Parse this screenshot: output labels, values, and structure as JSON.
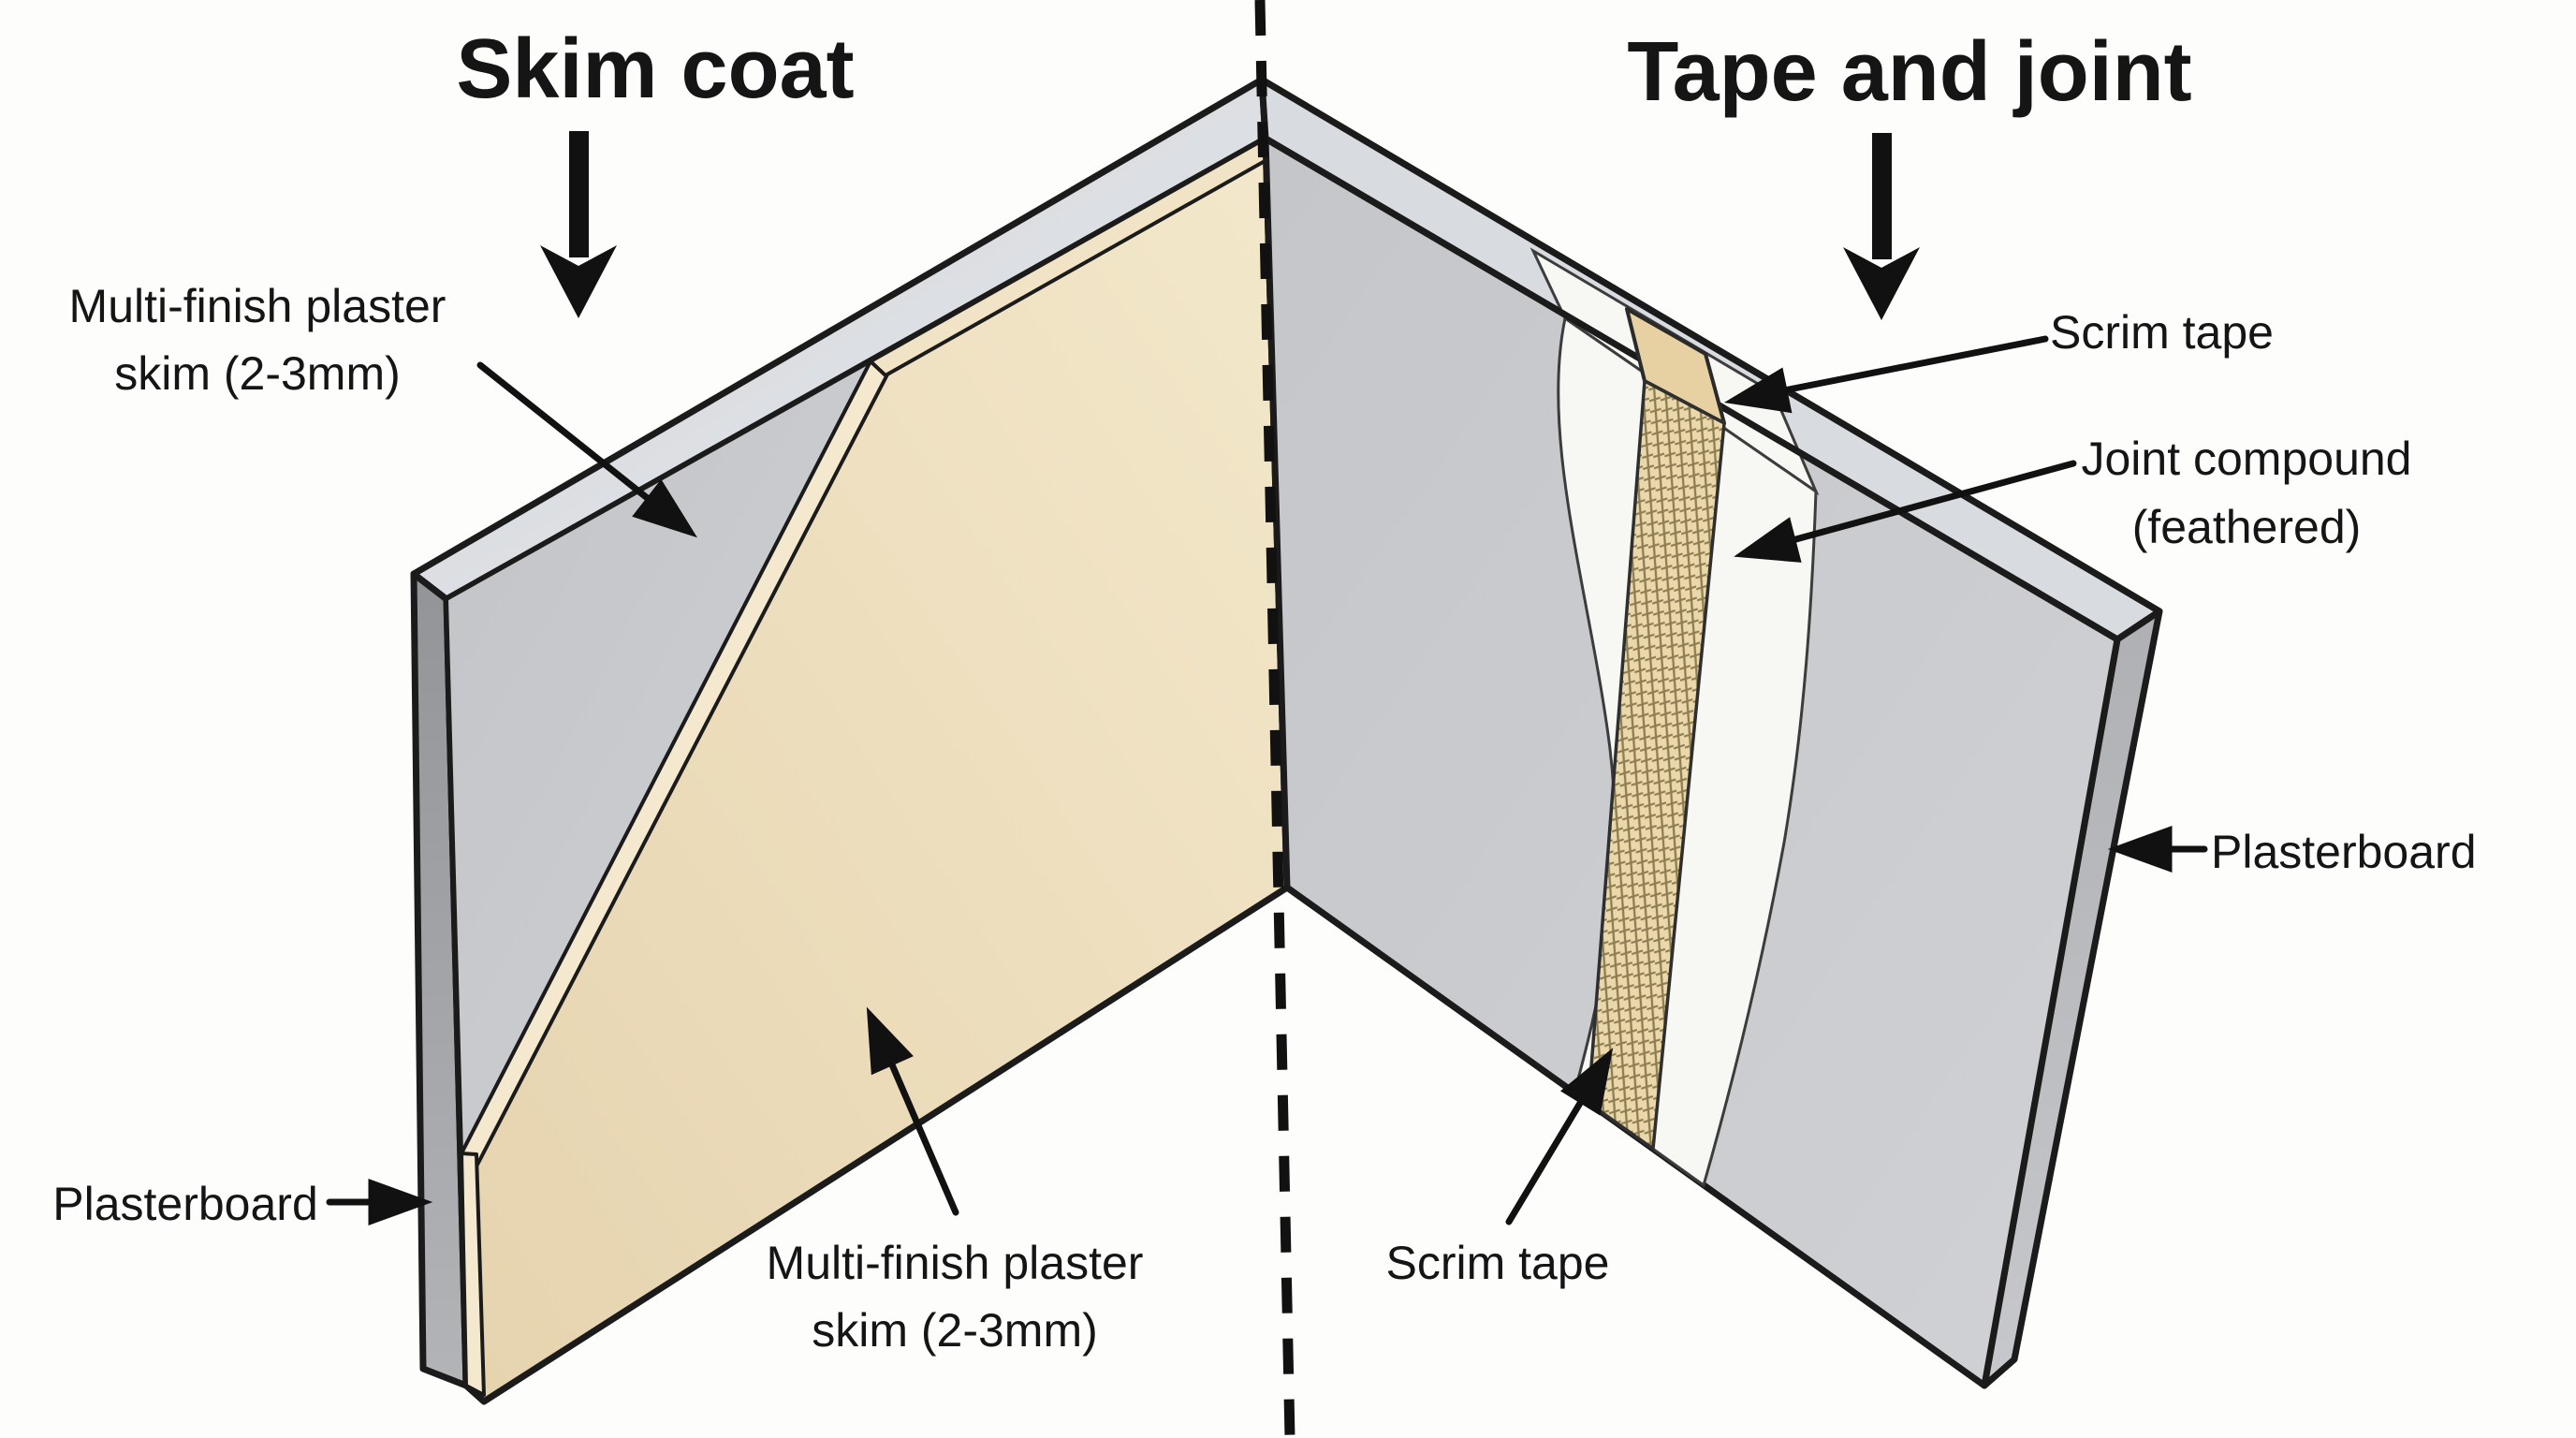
{
  "diagram": {
    "left": {
      "title": "Skim coat",
      "label_skim_top_line1": "Multi-finish plaster",
      "label_skim_top_line2": "skim (2-3mm)",
      "label_plasterboard": "Plasterboard",
      "label_skim_bottom_line1": "Multi-finish plaster",
      "label_skim_bottom_line2": "skim (2-3mm)"
    },
    "right": {
      "title": "Tape and joint",
      "label_scrim_top": "Scrim tape",
      "label_joint_compound_line1": "Joint compound",
      "label_joint_compound_line2": "(feathered)",
      "label_plasterboard": "Plasterboard",
      "label_scrim_bottom": "Scrim tape"
    },
    "colors": {
      "skim_coat": "#eedcba",
      "plasterboard_face": "#c6c8cc",
      "panel_bevel": "#dadde1",
      "panel_edge": "#a9abaf",
      "joint_compound": "#f7f7f4",
      "scrim_tape": "#e7d0a2",
      "mesh_grid": "#8e7c52",
      "outline": "#1b1b1b"
    }
  }
}
